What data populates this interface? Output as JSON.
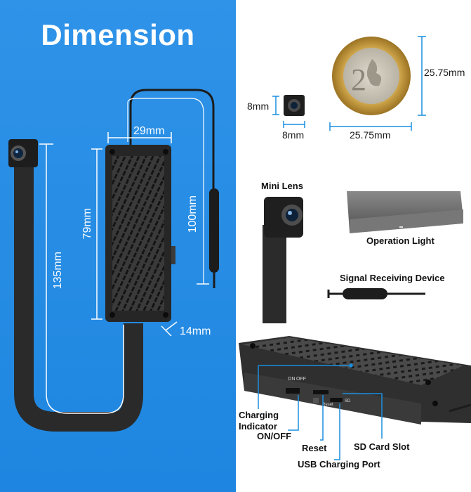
{
  "title": "Dimension",
  "left_dims": {
    "width": "29mm",
    "height_module": "79mm",
    "cable_length": "100mm",
    "ribbon_length": "135mm",
    "depth": "14mm"
  },
  "right_dims": {
    "lens_height": "8mm",
    "lens_width": "8mm",
    "coin_width": "25.75mm",
    "coin_height": "25.75mm"
  },
  "labels": {
    "mini_lens": "Mini Lens",
    "operation_light": "Operation Light",
    "signal_device": "Signal Receiving Device",
    "charging_indicator": "Charging Indicator",
    "on_off": "ON/OFF",
    "reset": "Reset",
    "sd_card_slot": "SD Card Slot",
    "usb_port": "USB Charging Port"
  },
  "switch_text": {
    "on": "ON",
    "off": "OFF",
    "reset": "Reset",
    "sd": "SD"
  },
  "colors": {
    "panel_blue": "#2189e2",
    "dim_line_blue": "#1a8fe0",
    "device_dark": "#2b2b2b"
  }
}
